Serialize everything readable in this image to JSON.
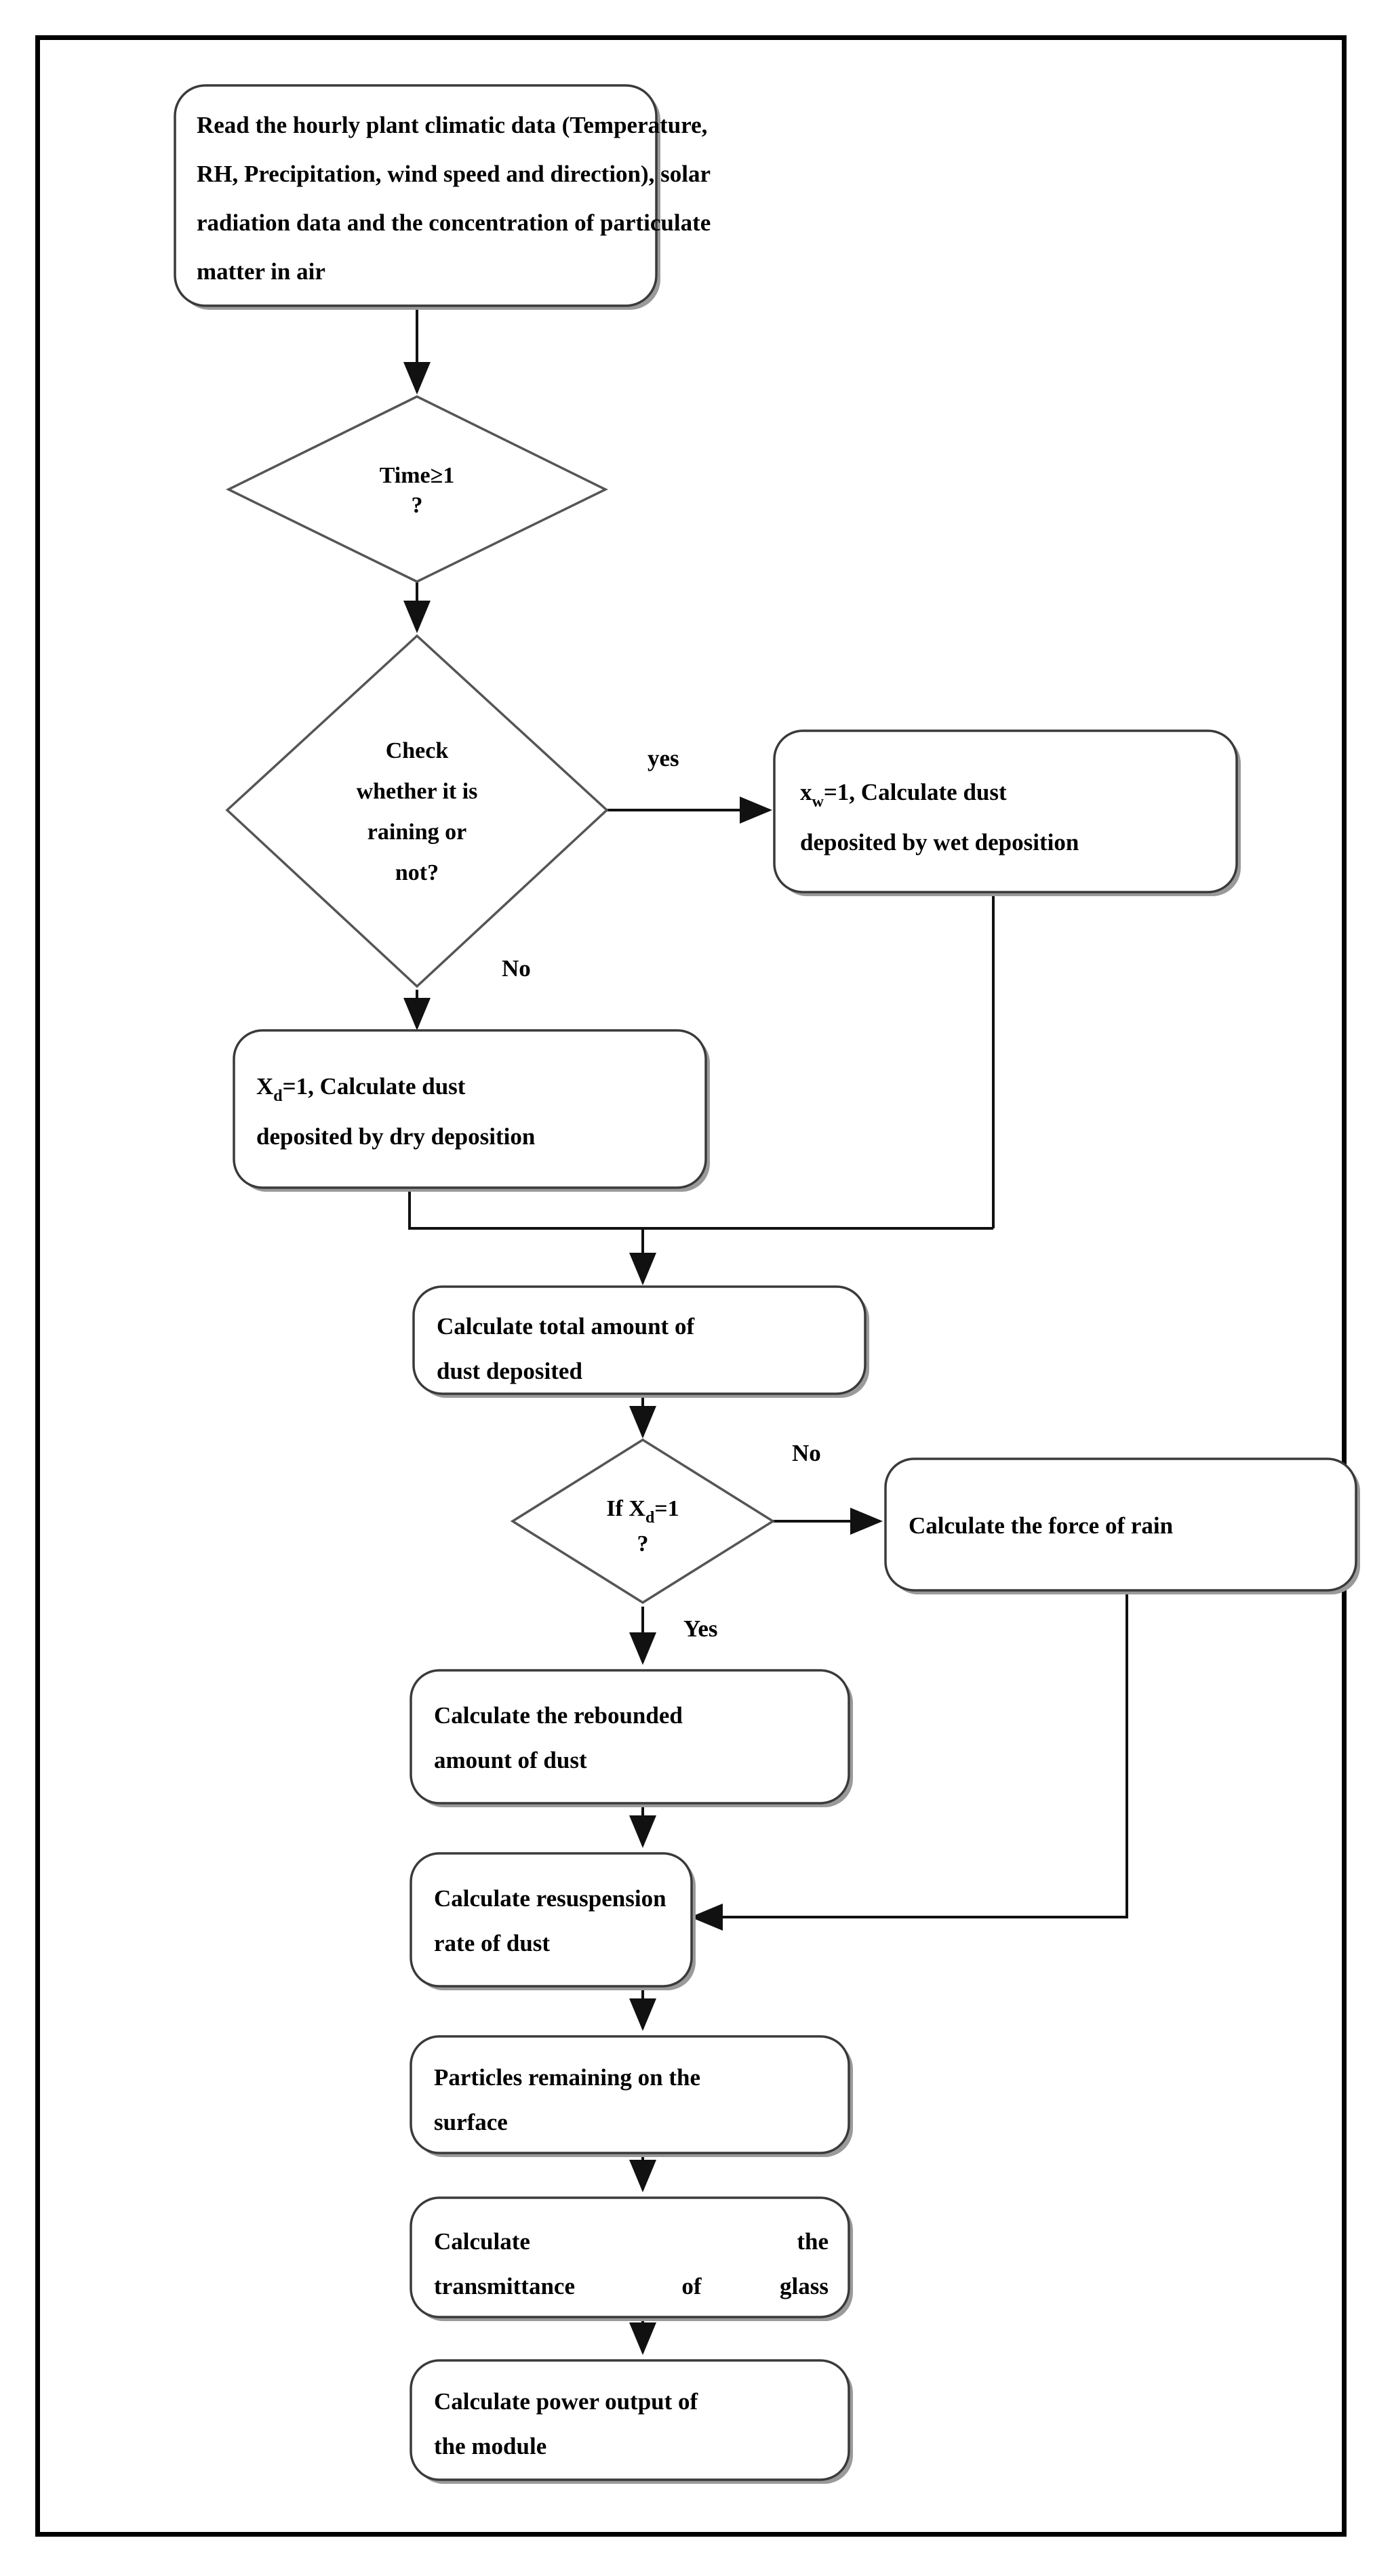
{
  "diagram": {
    "type": "flowchart",
    "title": "Dust deposition and PV module power output model flowchart",
    "nodes": [
      {
        "id": "read-data",
        "shape": "rounded-rectangle",
        "lines": [
          "Read the hourly plant climatic data (Temperature,",
          "RH, Precipitation, wind speed and direction), solar",
          "radiation data and the concentration of particulate",
          "matter in air"
        ]
      },
      {
        "id": "time-check",
        "shape": "diamond",
        "lines": [
          "Time≥1",
          "?"
        ]
      },
      {
        "id": "rain-check",
        "shape": "diamond",
        "lines": [
          "Check",
          "whether it is",
          "raining or",
          "not?"
        ]
      },
      {
        "id": "wet-deposition",
        "shape": "rounded-rectangle",
        "lines": [
          "x",
          "w",
          "=1,  Calculate dust",
          "deposited by wet deposition"
        ],
        "text_line1_prefix": "x",
        "text_line1_sub": "w",
        "text_line1_rest": "=1,  Calculate dust",
        "text_line2": "deposited by wet deposition"
      },
      {
        "id": "dry-deposition",
        "shape": "rounded-rectangle",
        "text_line1_prefix": "X",
        "text_line1_sub": "d",
        "text_line1_rest": "=1, Calculate dust",
        "text_line2": "deposited by dry deposition"
      },
      {
        "id": "total-dust",
        "shape": "rounded-rectangle",
        "lines": [
          "Calculate total amount of",
          "dust deposited"
        ]
      },
      {
        "id": "xd-check",
        "shape": "diamond",
        "text_line1_prefix": "If X",
        "text_line1_sub": "d",
        "text_line1_rest": "=1",
        "text_line2": "?"
      },
      {
        "id": "force-of-rain",
        "shape": "rounded-rectangle",
        "lines": [
          "Calculate the force of rain"
        ]
      },
      {
        "id": "rebounded-dust",
        "shape": "rounded-rectangle",
        "lines": [
          "Calculate the rebounded",
          "amount of dust"
        ]
      },
      {
        "id": "resuspension",
        "shape": "rounded-rectangle",
        "lines": [
          "Calculate resuspension",
          "rate of dust"
        ]
      },
      {
        "id": "particles-remaining",
        "shape": "rounded-rectangle",
        "lines": [
          "Particles remaining on the",
          "surface"
        ]
      },
      {
        "id": "transmittance",
        "shape": "rounded-rectangle",
        "lines": [
          "Calculate",
          "the",
          "transmittance",
          "of",
          "glass"
        ],
        "justified": true
      },
      {
        "id": "power-output",
        "shape": "rounded-rectangle",
        "lines": [
          "Calculate power output of",
          "the module"
        ]
      }
    ],
    "edge_labels": {
      "rain_yes": "yes",
      "rain_no": "No",
      "xd_no": "No",
      "xd_yes": "Yes"
    },
    "colors": {
      "border": "#000000",
      "node_stroke": "#3a3a3a",
      "node_fill": "#ffffff",
      "connector": "#111111",
      "text": "#000000",
      "shadow": "#9a9a9a"
    }
  }
}
